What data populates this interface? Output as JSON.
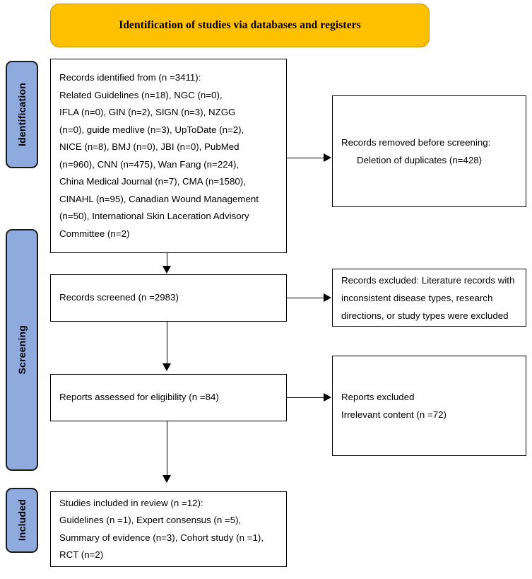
{
  "banner": {
    "title": "Identification of studies via databases and registers",
    "bg_color": "#FFC000"
  },
  "phases": {
    "identification": "Identification",
    "screening": "Screening",
    "included": "Included",
    "tab_color": "#8FAADC"
  },
  "boxes": {
    "identified": {
      "lines": [
        "Records identified from (n =3411):",
        "Related Guidelines (n=18), NGC (n=0),",
        "IFLA (n=0), GIN (n=2), SIGN (n=3), NZGG",
        "(n=0), guide medlive (n=3), UpToDate (n=2),",
        "NICE (n=8), BMJ (n=0), JBI (n=0), PubMed",
        "(n=960), CNN (n=475), Wan Fang (n=224),",
        "China Medical Journal (n=7), CMA (n=1580),",
        "CINAHL (n=95), Canadian Wound Management",
        "(n=50), International Skin Laceration Advisory",
        "Committee (n=2)"
      ]
    },
    "removed": {
      "lines": [
        "Records removed before screening:",
        "Deletion of duplicates (n=428)"
      ]
    },
    "screened": {
      "lines": [
        "Records screened (n =2983)"
      ]
    },
    "records_excluded": {
      "lines": [
        "Records excluded: Literature records with",
        "inconsistent disease types, research",
        "directions, or study types were excluded"
      ]
    },
    "eligibility": {
      "lines": [
        "Reports assessed for eligibility (n =84)"
      ]
    },
    "reports_excluded": {
      "lines": [
        "Reports excluded",
        "Irrelevant content (n =72)"
      ]
    },
    "included": {
      "lines": [
        "Studies included in review (n =12):",
        "Guidelines (n =1), Expert consensus (n =5),",
        "Summary of evidence (n=3), Cohort study (n =1),",
        "RCT (n=2)"
      ]
    }
  }
}
